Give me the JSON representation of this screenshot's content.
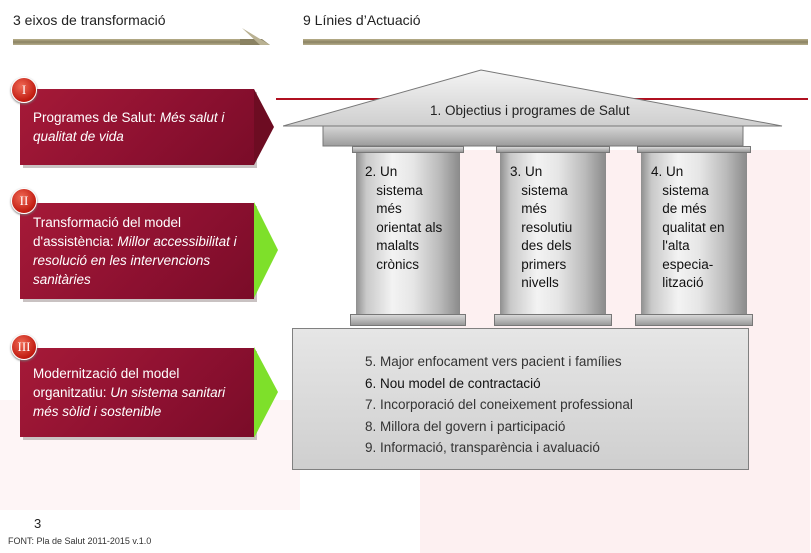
{
  "header": {
    "left_title": "3 eixos de transformació",
    "right_title": "9 Línies d’Actuació"
  },
  "axes": [
    {
      "badge": "I",
      "text_plain": "Programes de Salut: ",
      "text_italic": "Més salut i qualitat de vida"
    },
    {
      "badge": "II",
      "text_plain": "Transformació del model d'assistència: ",
      "text_italic": "Millor accessibilitat i resolució en les intervencions sanitàries"
    },
    {
      "badge": "III",
      "text_plain": "Modernització del model organitzatiu: ",
      "text_italic": "Un sistema sanitari més sòlid i sostenible"
    }
  ],
  "roof_label": "1. Objectius i programes de Salut",
  "pillars": [
    {
      "text": "2. Un sistema més orientat als malalts crònics"
    },
    {
      "text": "3. Un sistema més resolutiu des dels primers nivells"
    },
    {
      "text": "4. Un sistema de més qualitat en l'alta especia-lització"
    }
  ],
  "base_lines": [
    "5. Major enfocament vers pacient i famílies",
    "6. Nou model de contractació",
    "7. Incorporació del coneixement professional",
    "8. Millora del govern i participació",
    "9. Informació, transparència i avaluació"
  ],
  "footer": {
    "page_number": "3",
    "source": "FONT: Pla de Salut 2011-2015 v.1.0"
  },
  "colors": {
    "axis_box": "#8c1030",
    "arrow_green": "#77dd22",
    "roof_line": "#b01020"
  }
}
